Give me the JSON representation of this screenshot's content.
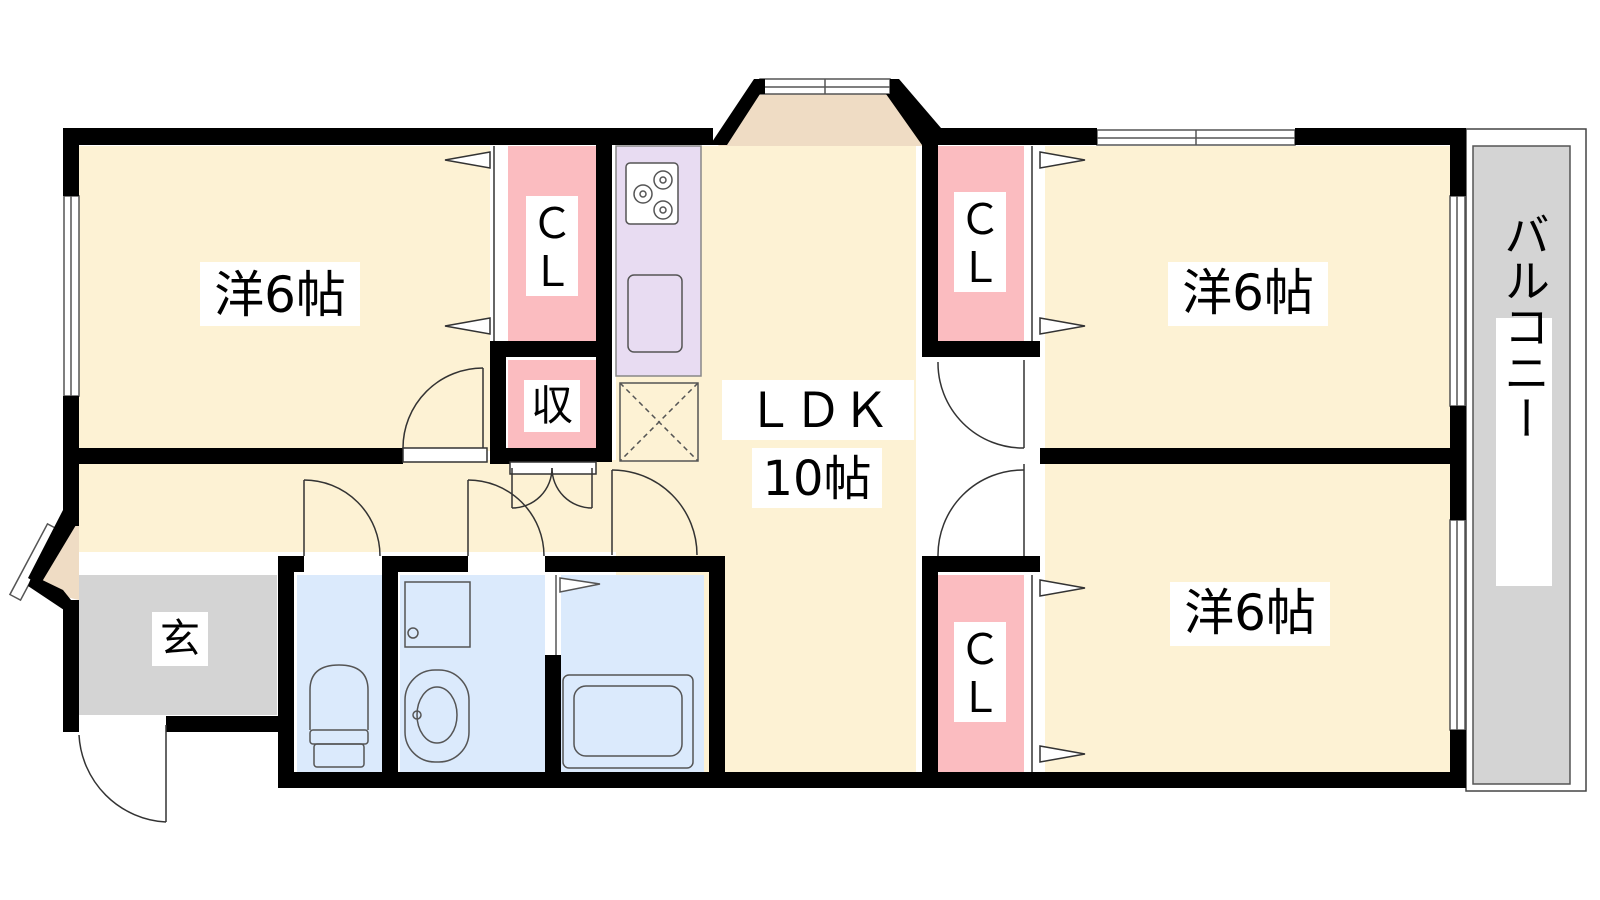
{
  "floorplan": {
    "rooms": {
      "western_left": {
        "label": "洋6帖"
      },
      "western_right_top": {
        "label": "洋6帖"
      },
      "western_right_bottom": {
        "label": "洋6帖"
      },
      "ldk": {
        "label_line1": "ＬＤＫ",
        "label_line2": "10帖"
      },
      "closet_left": {
        "label_line1": "Ｃ",
        "label_line2": "Ｌ"
      },
      "closet_right_top": {
        "label_line1": "Ｃ",
        "label_line2": "Ｌ"
      },
      "closet_right_bottom": {
        "label_line1": "Ｃ",
        "label_line2": "Ｌ"
      },
      "storage": {
        "label": "収"
      },
      "entrance": {
        "label": "玄"
      },
      "balcony": {
        "label": "バルコニー"
      }
    },
    "colors": {
      "room_fill": "#fdf2d4",
      "closet_fill": "#fbbcc0",
      "wet_area_fill": "#dbeafc",
      "kitchen_fill": "#e8dcf2",
      "entrance_fill": "#d4d4d4",
      "balcony_fill": "#d4d4d4",
      "bay_fill": "#efdcc4",
      "wall": "#000000"
    }
  }
}
